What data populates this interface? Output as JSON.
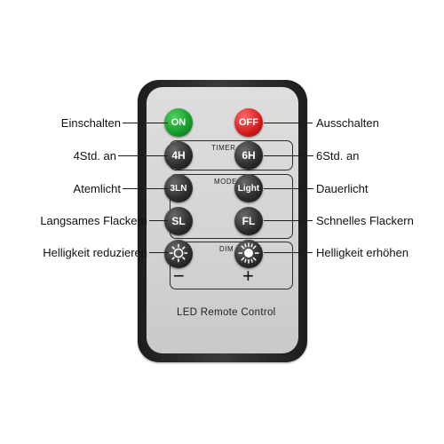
{
  "remote": {
    "groups": {
      "timer": "TIMER",
      "mode": "MODE",
      "dim": "DIM"
    },
    "buttons": {
      "on": "ON",
      "off": "OFF",
      "h4": "4H",
      "h6": "6H",
      "tln": "3LN",
      "light": "Light",
      "sl": "SL",
      "fl": "FL"
    },
    "dim_signs": {
      "minus": "−",
      "plus": "+"
    },
    "brand_text": "LED Remote Control"
  },
  "labels": {
    "left": [
      "Einschalten",
      "4Std. an",
      "Atemlicht",
      "Langsames Flackern",
      "Helligkeit reduzieren"
    ],
    "right": [
      "Ausschalten",
      "6Std. an",
      "Dauerlicht",
      "Schnelles Flackern",
      "Helligkeit erhöhen"
    ]
  },
  "colors": {
    "on": "#1fa535",
    "off": "#d31b1b",
    "body": "#2a2a2a",
    "face": "#d6d6d6"
  },
  "icons": {
    "dim_down": "sun-dim-icon",
    "dim_up": "sun-bright-icon"
  }
}
